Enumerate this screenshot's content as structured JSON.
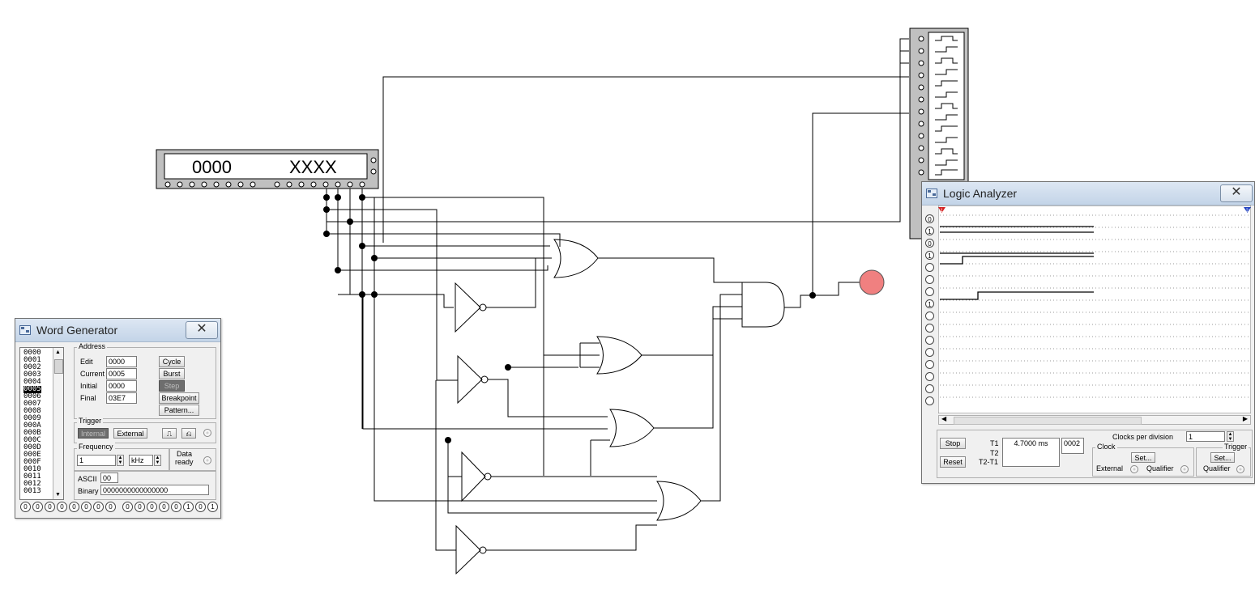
{
  "word_generator_display": {
    "address": "0000",
    "data": "XXXX"
  },
  "word_generator": {
    "title": "Word Generator",
    "close_icon": "close-icon",
    "address_list": [
      "0000",
      "0001",
      "0002",
      "0003",
      "0004",
      "0005",
      "0006",
      "0007",
      "0008",
      "0009",
      "000A",
      "000B",
      "000C",
      "000D",
      "000E",
      "000F",
      "0010",
      "0011",
      "0012",
      "0013"
    ],
    "selected_address": "0005",
    "address_group": {
      "title": "Address",
      "edit_label": "Edit",
      "edit_value": "0000",
      "current_label": "Current",
      "current_value": "0005",
      "initial_label": "Initial",
      "initial_value": "0000",
      "final_label": "Final",
      "final_value": "03E7"
    },
    "buttons": {
      "cycle": "Cycle",
      "burst": "Burst",
      "step": "Step",
      "breakpoint": "Breakpoint",
      "pattern": "Pattern..."
    },
    "trigger": {
      "title": "Trigger",
      "internal": "Internal",
      "external": "External",
      "rising_icon": "rising-edge-icon",
      "falling_icon": "falling-edge-icon"
    },
    "frequency": {
      "title": "Frequency",
      "value": "1",
      "unit": "kHz"
    },
    "data_ready": {
      "line1": "Data",
      "line2": "ready"
    },
    "ascii_label": "ASCII",
    "ascii_value": "00",
    "binary_label": "Binary",
    "binary_value": "0000000000000000",
    "bits": [
      "0",
      "0",
      "0",
      "0",
      "0",
      "0",
      "0",
      "0",
      "0",
      "0",
      "0",
      "0",
      "0",
      "1",
      "0",
      "1"
    ]
  },
  "logic_analyzer": {
    "title": "Logic Analyzer",
    "close_icon": "close-icon",
    "channel_labels": [
      "0",
      "1",
      "0",
      "1",
      "",
      "",
      "",
      "1",
      "",
      "",
      "",
      "",
      "",
      "",
      "",
      ""
    ],
    "stop_label": "Stop",
    "reset_label": "Reset",
    "t1_label": "T1",
    "t2_label": "T2",
    "t2t1_label": "T2-T1",
    "time_value": "4.7000 ms",
    "sample_value": "0002",
    "clocks_per_division_label": "Clocks per division",
    "clocks_per_division_value": "1",
    "clock_group_title": "Clock",
    "clock_set_label": "Set...",
    "external_label": "External",
    "qualifier_label": "Qualifier",
    "trigger_group_title": "Trigger",
    "trigger_set_label": "Set...",
    "trigger_qualifier_label": "Qualifier",
    "cursor1_label": "1",
    "cursor2_label": "2"
  },
  "probe": {
    "state": "on",
    "color": "#f08080"
  },
  "colors": {
    "wire": "#000000",
    "dark_display_text": "#000000",
    "titlebar": "#c9d8ea"
  }
}
